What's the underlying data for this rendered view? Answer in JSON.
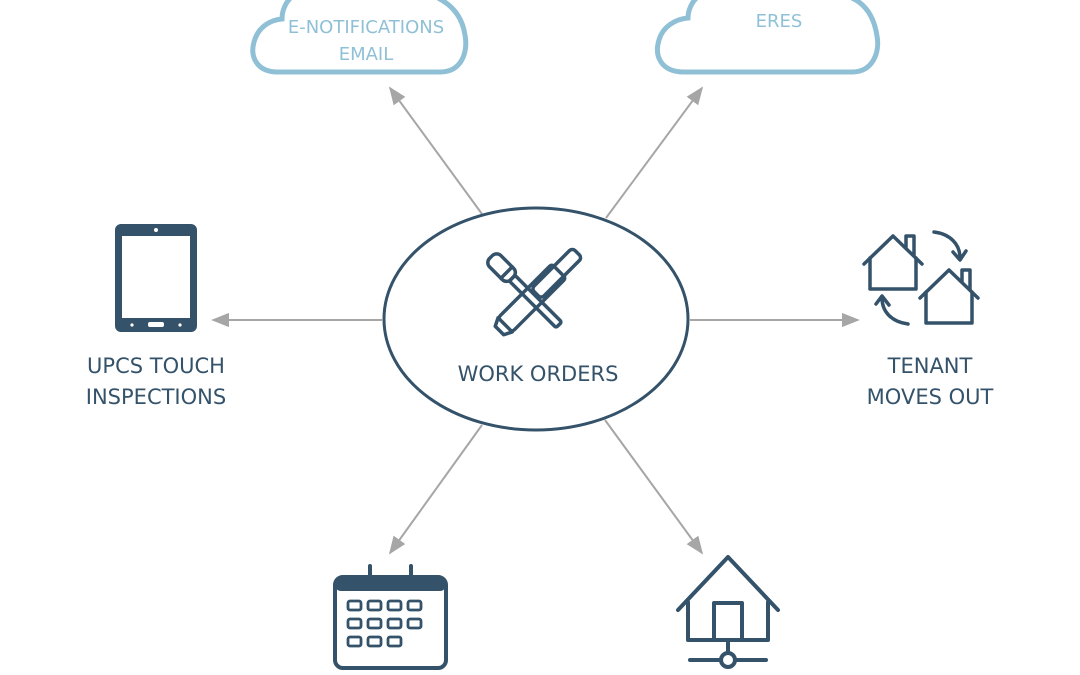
{
  "center": {
    "label": "WORK ORDERS",
    "icon": "hammer-screwdriver-icon"
  },
  "nodes": {
    "email": {
      "lines": [
        "E-NOTIFICATIONS",
        "EMAIL"
      ],
      "icon": "cloud-icon"
    },
    "eres": {
      "lines": [
        "ERES"
      ],
      "icon": "cloud-icon"
    },
    "inspections": {
      "lines": [
        "UPCS TOUCH",
        "INSPECTIONS"
      ],
      "icon": "tablet-icon"
    },
    "tenant": {
      "lines": [
        "TENANT",
        "MOVES OUT"
      ],
      "icon": "houses-cycle-icon"
    },
    "calendar": {
      "lines": [],
      "icon": "calendar-icon"
    },
    "network_home": {
      "lines": [],
      "icon": "networked-house-icon"
    }
  },
  "colors": {
    "primary": "#34526a",
    "cloud": "#8fc0d6",
    "arrow": "#a6a6a6"
  }
}
